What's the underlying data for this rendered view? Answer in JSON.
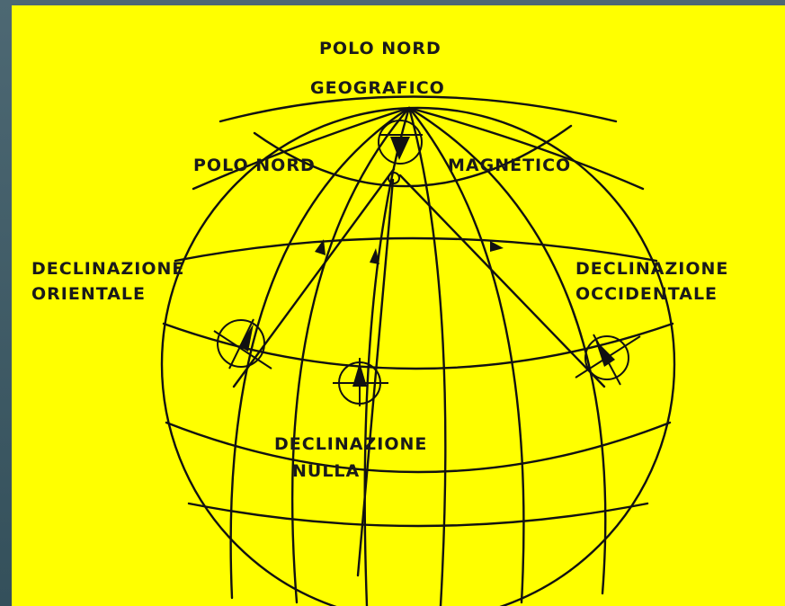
{
  "labels": {
    "geo_pole_line1": "POLO NORD",
    "geo_pole_line2": "GEOGRAFICO",
    "mag_pole_left": "POLO NORD",
    "mag_pole_right": "MAGNETICO",
    "east_decl_line1": "DECLINAZIONE",
    "east_decl_line2": "ORIENTALE",
    "west_decl_line1": "DECLINAZIONE",
    "west_decl_line2": "OCCIDENTALE",
    "null_decl_line1": "DECLINAZIONE",
    "null_decl_line2": "NULLA"
  },
  "colors": {
    "background": "#ffff00",
    "ink": "#111111",
    "frame": "#3b5560"
  },
  "icons": [
    "compass-icon"
  ]
}
